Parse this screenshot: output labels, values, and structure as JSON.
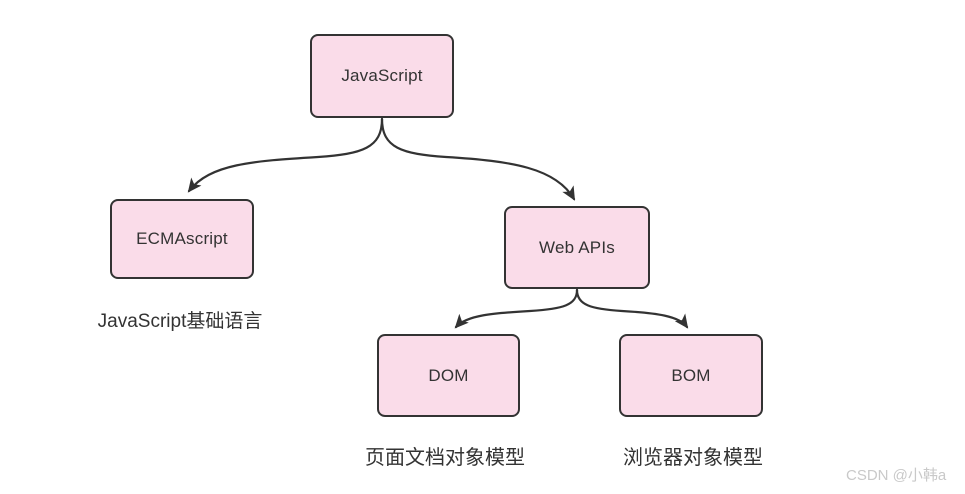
{
  "diagram": {
    "nodes": {
      "javascript": {
        "label": "JavaScript"
      },
      "ecmascript": {
        "label": "ECMAscript",
        "caption": "JavaScript基础语言"
      },
      "webapis": {
        "label": "Web APIs"
      },
      "dom": {
        "label": "DOM",
        "caption": "页面文档对象模型"
      },
      "bom": {
        "label": "BOM",
        "caption": "浏览器对象模型"
      }
    },
    "edges": [
      {
        "from": "javascript",
        "to": "ecmascript"
      },
      {
        "from": "javascript",
        "to": "webapis"
      },
      {
        "from": "webapis",
        "to": "dom"
      },
      {
        "from": "webapis",
        "to": "bom"
      }
    ],
    "colors": {
      "node_fill": "#fadce9",
      "node_border": "#333333",
      "edge_stroke": "#333333",
      "text": "#333333",
      "watermark_text": "#c9c9c9",
      "background": "#ffffff"
    }
  },
  "watermark": {
    "text": "CSDN @小韩a"
  }
}
